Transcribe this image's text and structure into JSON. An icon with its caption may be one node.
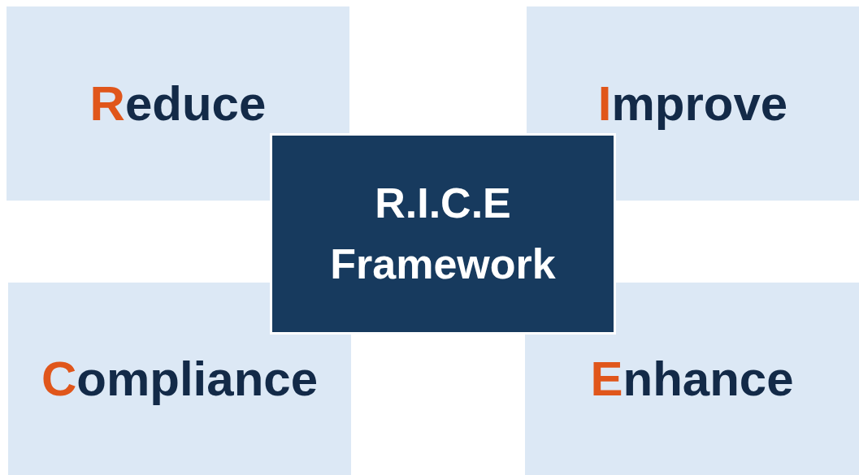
{
  "diagram": {
    "nodes": [
      {
        "text": [
          "Reduce"
        ]
      },
      {
        "text": [
          "Improve"
        ]
      },
      {
        "text": [
          "R.I.C.E Framework"
        ]
      },
      {
        "text": [
          "Compliance"
        ]
      },
      {
        "text": [
          "Enhance"
        ]
      }
    ]
  }
}
